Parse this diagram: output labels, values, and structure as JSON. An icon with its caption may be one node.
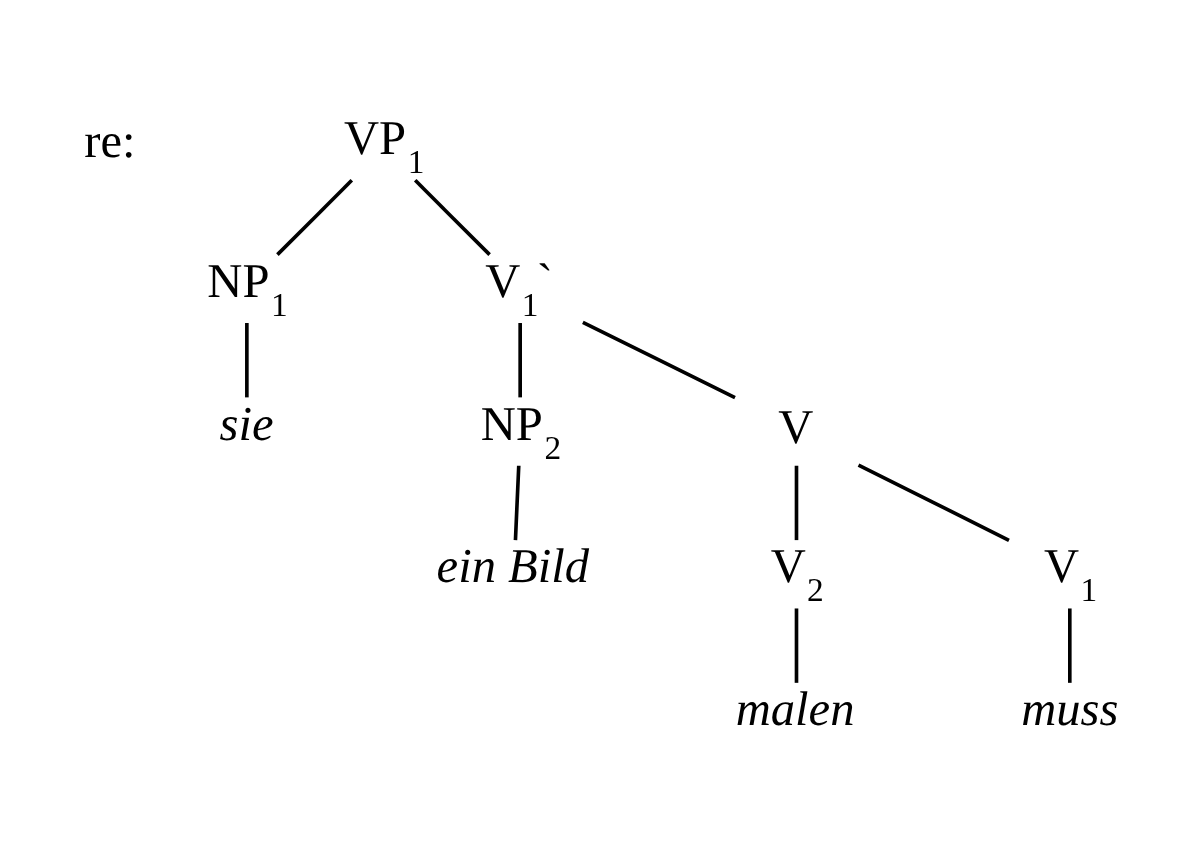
{
  "diagram": {
    "nodes": [
      {
        "text": [
          "VP$_{1}$"
        ]
      },
      {
        "text": [
          "NP$_{1}$"
        ]
      },
      {
        "text": [
          "V$_{1}$`"
        ]
      },
      {
        "text": [
          "sie"
        ]
      },
      {
        "text": [
          "NP$_{2}$"
        ]
      },
      {
        "text": [
          "V"
        ]
      },
      {
        "text": [
          "ein Bild"
        ]
      },
      {
        "text": [
          "V$_{2}$"
        ]
      },
      {
        "text": [
          "V$_{1}$"
        ]
      },
      {
        "text": [
          "malen"
        ]
      },
      {
        "text": [
          "muss"
        ]
      }
    ],
    "edges": [
      {
        "from": 0,
        "to": 1,
        "arrow": "none"
      },
      {
        "from": 0,
        "to": 2,
        "arrow": "none"
      },
      {
        "from": 1,
        "to": 3,
        "arrow": "none"
      },
      {
        "from": 2,
        "to": 4,
        "arrow": "none"
      },
      {
        "from": 2,
        "to": 5,
        "arrow": "none"
      },
      {
        "from": 4,
        "to": 6,
        "arrow": "none"
      },
      {
        "from": 5,
        "to": 7,
        "arrow": "none"
      },
      {
        "from": 5,
        "to": 8,
        "arrow": "none"
      },
      {
        "from": 7,
        "to": 9,
        "arrow": "none"
      },
      {
        "from": 8,
        "to": 10,
        "arrow": "none"
      }
    ],
    "labels": [
      "re:"
    ]
  }
}
